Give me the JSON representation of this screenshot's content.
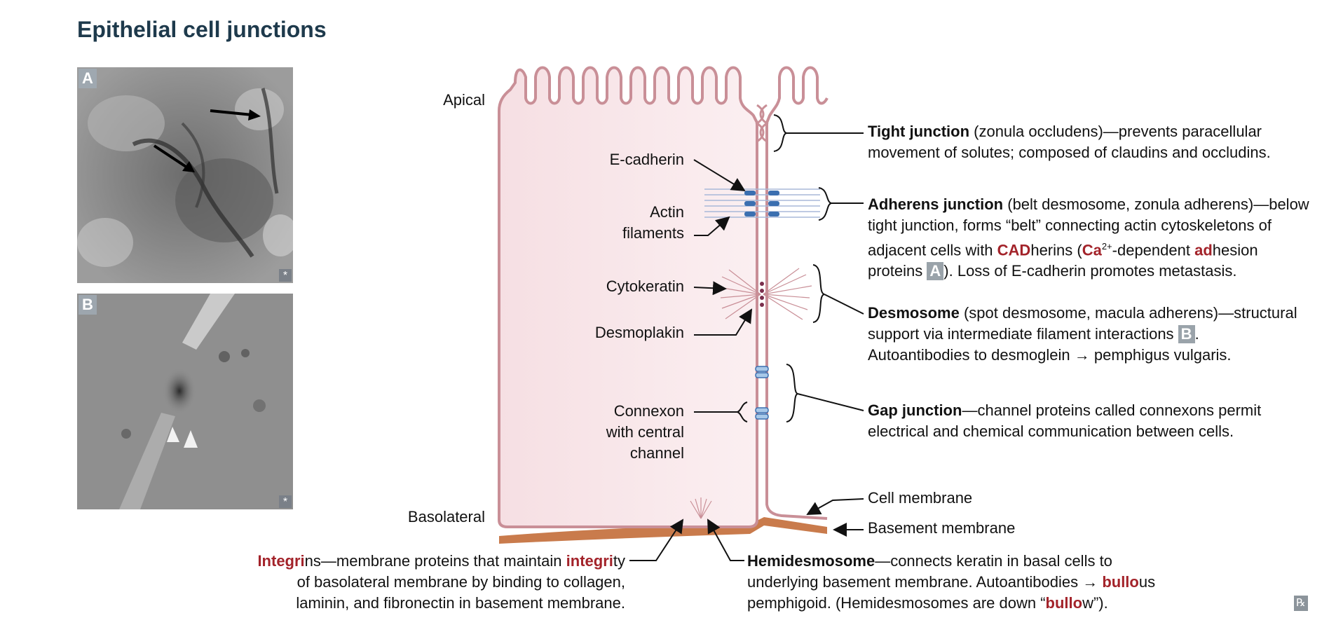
{
  "title": "Epithelial cell junctions",
  "micrographs": [
    {
      "label": "A",
      "corner_mark": "*"
    },
    {
      "label": "B",
      "corner_mark": "*"
    }
  ],
  "diagram": {
    "apical": "Apical",
    "basolateral": "Basolateral",
    "e_cadherin": "E-cadherin",
    "actin_1": "Actin",
    "actin_2": "filaments",
    "cytokeratin": "Cytokeratin",
    "desmoplakin": "Desmoplakin",
    "connexon_1": "Connexon",
    "connexon_2": "with central",
    "connexon_3": "channel",
    "cell_membrane": "Cell membrane",
    "basement_membrane": "Basement membrane"
  },
  "tight": {
    "name": "Tight junction",
    "l1": " (zonula occludens)—prevents paracellular",
    "l2": "movement of solutes; composed of claudins and occludins."
  },
  "adherens": {
    "name": "Adherens junction",
    "l1": " (belt desmosome, zonula adherens)—below",
    "l2": "tight junction, forms “belt” connecting actin cytoskeletons of",
    "l3a": "adjacent cells with ",
    "cad": "CAD",
    "l3b": "herins (",
    "ca": "Ca",
    "sup": "2+",
    "l3c": "-dependent ",
    "ad": "ad",
    "l3d": "hesion",
    "l4a": "proteins ",
    "badge": "A",
    "l4b": "). Loss of E-cadherin promotes metastasis."
  },
  "desmosome": {
    "name": "Desmosome",
    "l1": " (spot desmosome, macula adherens)—structural",
    "l2a": "support via intermediate filament interactions ",
    "badge": "B",
    "l2b": ".",
    "l3": "Autoantibodies to desmoglein → pemphigus vulgaris."
  },
  "gap": {
    "name": "Gap junction",
    "l1": "—channel proteins called connexons permit",
    "l2": "electrical and chemical communication between cells."
  },
  "integrin": {
    "h1": "Integri",
    "l1a": "ns—membrane proteins that maintain ",
    "h2": "integri",
    "l1b": "ty",
    "l2": "of basolateral membrane by binding to collagen,",
    "l3": "laminin, and fibronectin in basement membrane."
  },
  "hemidesmosome": {
    "name": "Hemidesmosome",
    "l1": "—connects keratin in basal cells to",
    "l2a": "underlying basement membrane. Autoantibodies → ",
    "b1": "bullo",
    "l2b": "us",
    "l3a": "pemphigoid. (Hemidesmosomes are down “",
    "b2": "bullo",
    "l3b": "w”)."
  },
  "rx_mark": "℞",
  "colors": {
    "title": "#1e3a4c",
    "highlight": "#a3232a",
    "cell_fill": "#f7e3e6",
    "membrane": "#c98f97",
    "basement": "#c97b4c",
    "junction_blue": "#3b6fb0"
  }
}
